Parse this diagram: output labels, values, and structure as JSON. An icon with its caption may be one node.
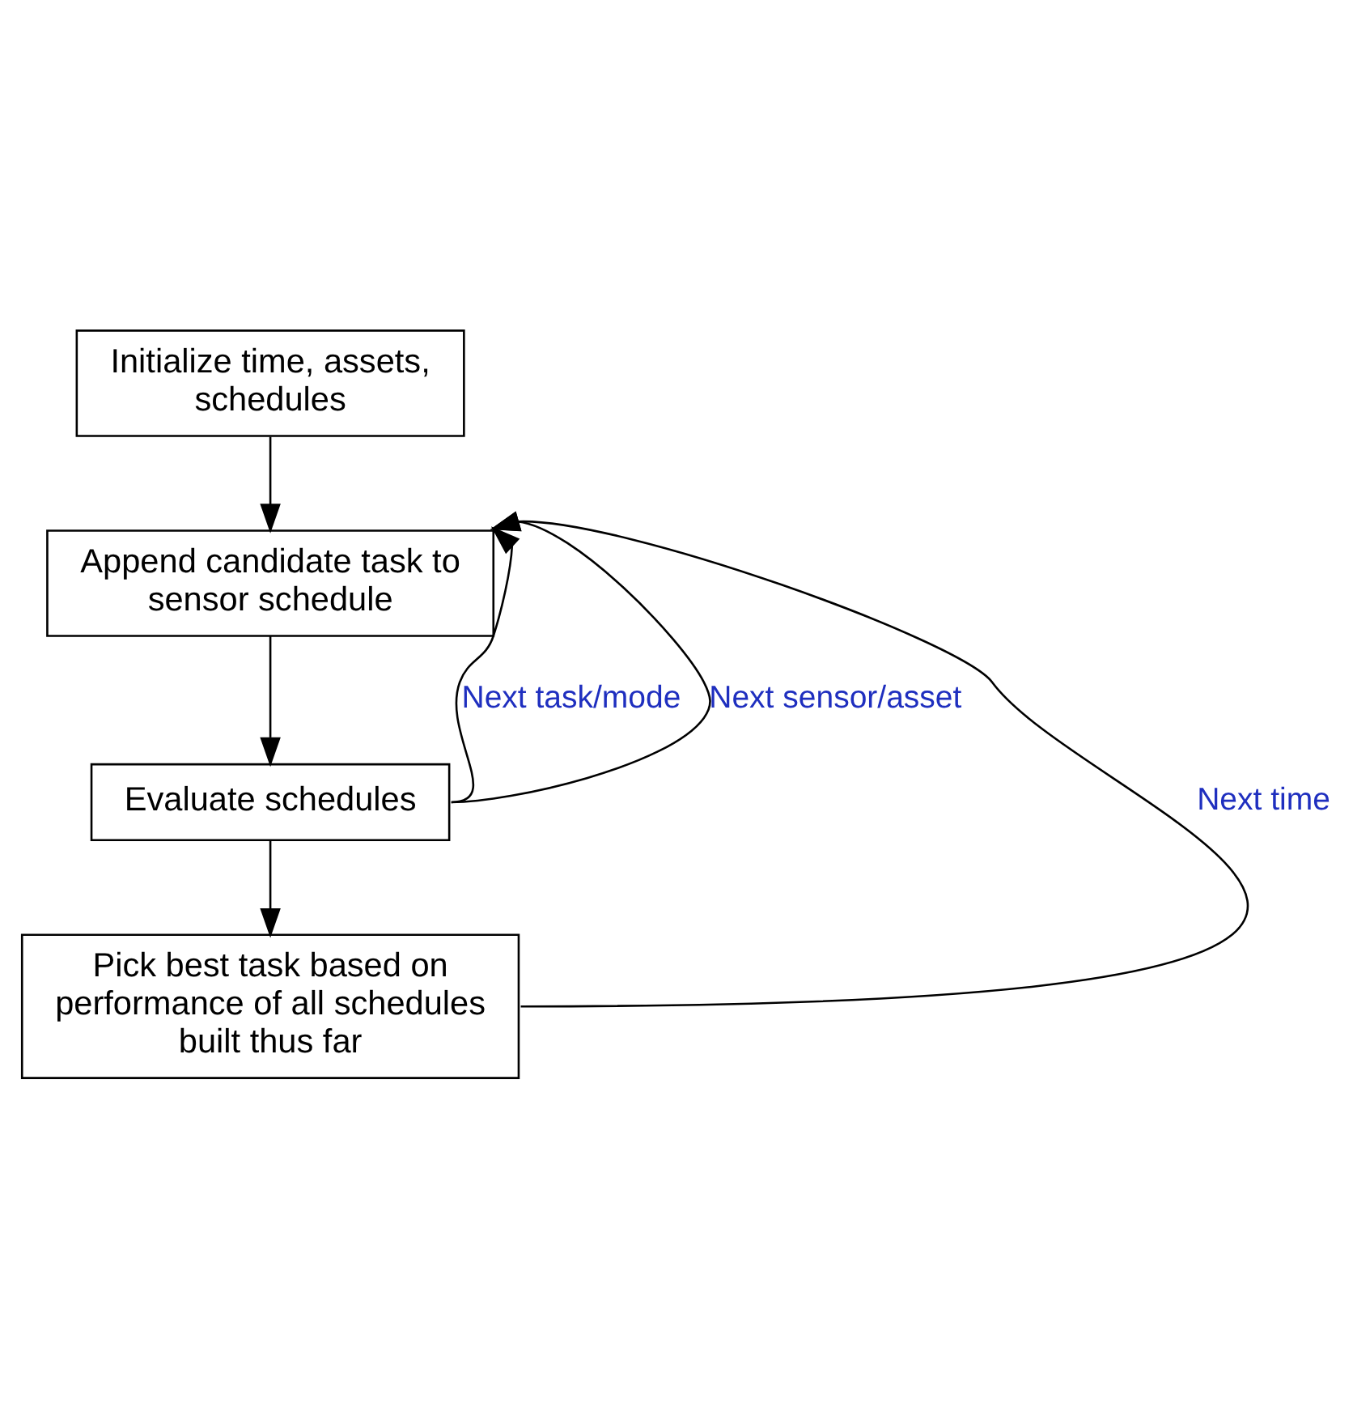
{
  "diagram": {
    "nodes": [
      {
        "text": [
          "Initialize time, assets, schedules"
        ]
      },
      {
        "text": [
          "Append candidate task to sensor schedule"
        ]
      },
      {
        "text": [
          "Evaluate schedules"
        ]
      },
      {
        "text": [
          "Pick best task based on performance of all schedules built thus far"
        ]
      }
    ],
    "edges": [
      {
        "from": 0,
        "to": 1,
        "arrow": "to"
      },
      {
        "from": 1,
        "to": 2,
        "arrow": "to"
      },
      {
        "from": 2,
        "to": 3,
        "arrow": "to"
      },
      {
        "from": 2,
        "to": 1,
        "arrow": "to",
        "label": "Next task/mode"
      },
      {
        "from": 2,
        "to": 1,
        "arrow": "to",
        "label": "Next sensor/asset"
      },
      {
        "from": 3,
        "to": 1,
        "arrow": "to",
        "label": "Next time"
      }
    ]
  }
}
